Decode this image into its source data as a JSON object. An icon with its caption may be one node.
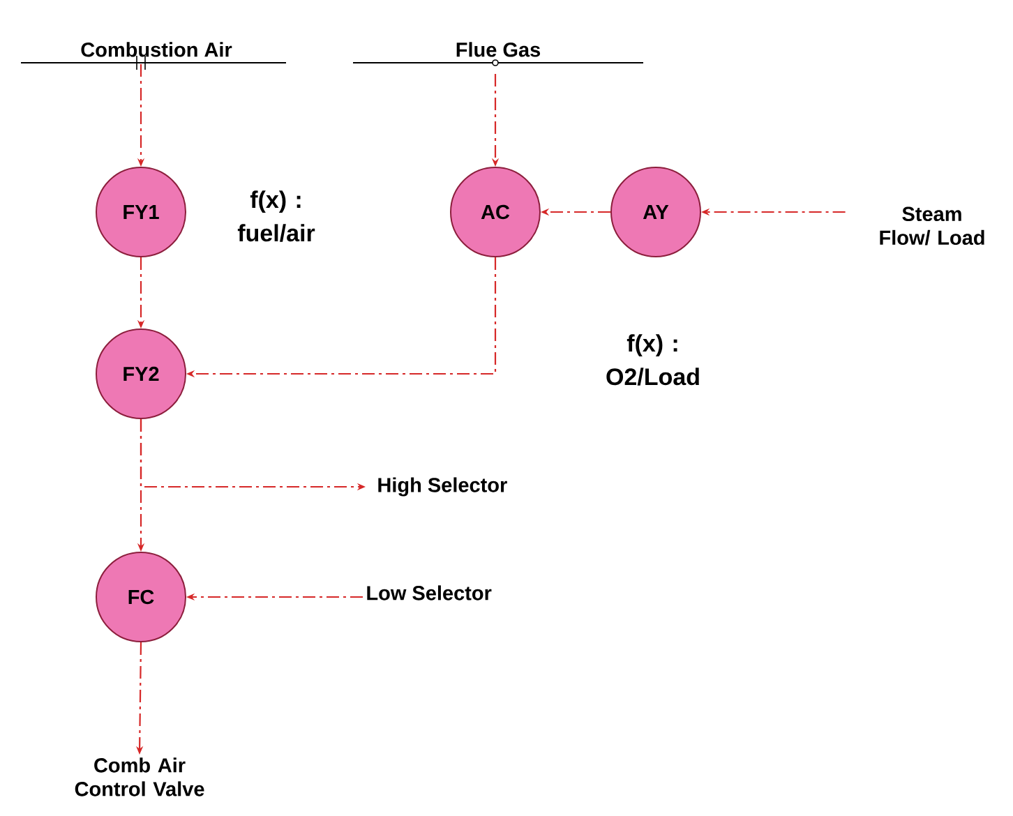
{
  "diagram": {
    "nodes": [
      {
        "text": [
          "Combustion Air"
        ]
      },
      {
        "text": [
          "Flue Gas"
        ]
      },
      {
        "text": [
          "FY1"
        ],
        "beside": [
          "f(x) : fuel/air"
        ]
      },
      {
        "text": [
          "AC"
        ]
      },
      {
        "text": [
          "AY"
        ],
        "beside": [
          "f(x) : O2/Load"
        ]
      },
      {
        "text": [
          "Steam Flow/ Load"
        ]
      },
      {
        "text": [
          "FY2"
        ]
      },
      {
        "text": [
          "High Selector"
        ]
      },
      {
        "text": [
          "FC"
        ]
      },
      {
        "text": [
          "Low Selector"
        ]
      },
      {
        "text": [
          "Comb Air Control Valve"
        ]
      }
    ],
    "edges": [
      {
        "from": 0,
        "to": 2,
        "arrow": "to"
      },
      {
        "from": 1,
        "to": 3,
        "arrow": "to"
      },
      {
        "from": 4,
        "to": 3,
        "arrow": "to"
      },
      {
        "from": 5,
        "to": 4,
        "arrow": "to"
      },
      {
        "from": 2,
        "to": 6,
        "arrow": "to"
      },
      {
        "from": 3,
        "to": 6,
        "arrow": "to"
      },
      {
        "from": 6,
        "to": 8,
        "arrow": "to"
      },
      {
        "from": 6,
        "to": 7,
        "arrow": "to"
      },
      {
        "from": 9,
        "to": 8,
        "arrow": "to"
      },
      {
        "from": 8,
        "to": 10,
        "arrow": "to"
      }
    ]
  }
}
